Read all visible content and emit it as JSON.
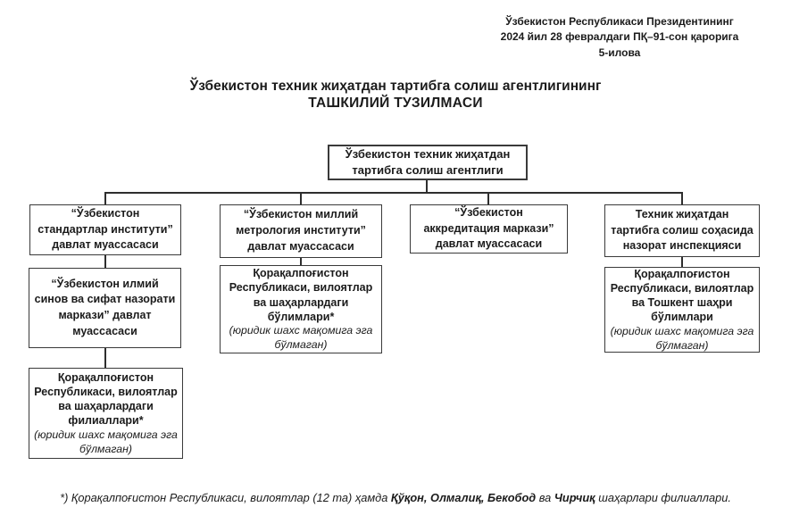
{
  "header": {
    "ref_lines": [
      "Ўзбекистон Республикаси Президентининг",
      "2024 йил 28 февралдаги ПҚ–91-сон қарорига",
      "5-илова"
    ]
  },
  "title": {
    "line1": "Ўзбекистон техник жиҳатдан тартибга солиш агентлигининг",
    "line2": "ТАШКИЛИЙ ТУЗИЛМАСИ"
  },
  "org": {
    "root_label": "Ўзбекистон техник жиҳатдан тартибга солиш агентлиги",
    "branches": [
      {
        "label": "“Ўзбекистон стандартлар институти” давлат муассасаси",
        "children": [
          {
            "label": "“Ўзбекистон илмий синов ва сифат назорати маркази” давлат муассасаси",
            "note": ""
          },
          {
            "label": "Қорақалпоғистон Республикаси, вилоятлар ва шаҳарлардаги филиаллари*",
            "note": "(юридик шахс мақомига эга бўлмаган)"
          }
        ]
      },
      {
        "label": "“Ўзбекистон миллий метрология институти” давлат муассасаси",
        "children": [
          {
            "label": "Қорақалпоғистон Республикаси, вилоятлар ва шаҳарлардаги бўлимлари*",
            "note": "(юридик шахс мақомига эга бўлмаган)"
          }
        ]
      },
      {
        "label": "“Ўзбекистон аккредитация маркази” давлат муассасаси",
        "children": []
      },
      {
        "label": "Техник жиҳатдан тартибга солиш соҳасида назорат инспекцияси",
        "children": [
          {
            "label": "Қорақалпоғистон Республикаси, вилоятлар ва Тошкент шаҳри бўлимлари",
            "note": "(юридик шахс мақомига эга бўлмаган)"
          }
        ]
      }
    ]
  },
  "footnote": {
    "part1": "*) Қорақалпоғистон Республикаси, вилоятлар (12 та) ҳамда ",
    "part2": "Қўқон, Олмалиқ, Бекобод",
    "part3": " ва ",
    "part4": "Чирчиқ",
    "part5": " шаҳарлари филиаллари."
  }
}
